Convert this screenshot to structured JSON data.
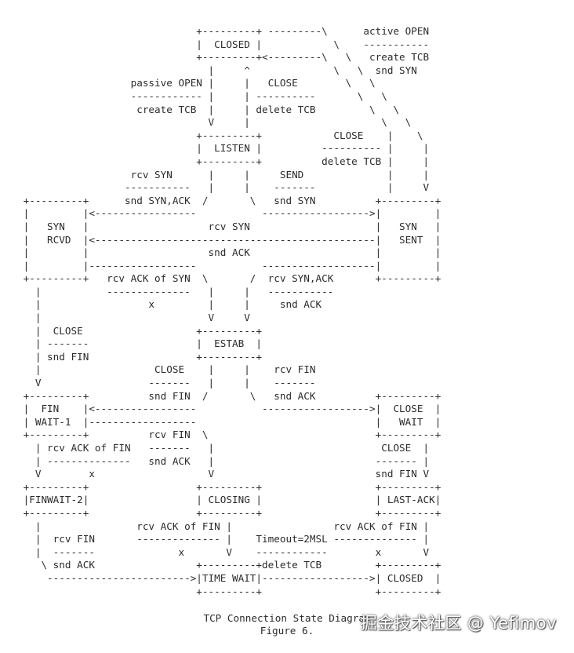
{
  "diagram": {
    "lines": [
      "                              +---------+ ---------\\      active OPEN",
      "                              |  CLOSED |            \\    -----------",
      "                              +---------+<---------\\   \\   create TCB",
      "                                |     ^              \\   \\  snd SYN",
      "                   passive OPEN |     |   CLOSE        \\   \\",
      "                   ------------ |     | ----------       \\   \\",
      "                    create TCB  |     | delete TCB         \\   \\",
      "                                V     |                      \\   \\",
      "                              +---------+            CLOSE    |    \\",
      "                              |  LISTEN |          ---------- |     |",
      "                              +---------+          delete TCB |     |",
      "                   rcv SYN      |     |     SEND              |     |",
      "                  -----------   |     |    -------            |     V",
      " +---------+      snd SYN,ACK  /       \\   snd SYN          +---------+",
      " |         |<-----------------           ------------------>|         |",
      " |   SYN   |                    rcv SYN                     |   SYN   |",
      " |   RCVD  |<-----------------------------------------------|   SENT  |",
      " |         |                    snd ACK                     |         |",
      " |         |------------------           -------------------|         |",
      " +---------+   rcv ACK of SYN  \\       /  rcv SYN,ACK       +---------+",
      "   |           --------------   |     |   -----------",
      "   |                  x         |     |     snd ACK",
      "   |                            V     V",
      "   |  CLOSE                   +---------+",
      "   | -------                  |  ESTAB  |",
      "   | snd FIN                  +---------+",
      "   |                   CLOSE    |     |    rcv FIN",
      "   V                  -------   |     |    -------",
      " +---------+          snd FIN  /       \\   snd ACK          +---------+",
      " |  FIN    |<-----------------           ------------------>|  CLOSE  |",
      " | WAIT-1  |------------------                              |   WAIT  |",
      " +---------+          rcv FIN  \\                            +---------+",
      "   | rcv ACK of FIN   -------   |                            CLOSE  |",
      "   | --------------   snd ACK   |                           ------- |",
      "   V        x                   V                           snd FIN V",
      " +---------+                  +---------+                   +---------+",
      " |FINWAIT-2|                  | CLOSING |                   | LAST-ACK|",
      " +---------+                  +---------+                   +---------+",
      "   |                rcv ACK of FIN |                 rcv ACK of FIN |",
      "   |  rcv FIN       -------------- |    Timeout=2MSL -------------- |",
      "   |  -------              x       V    ------------        x       V",
      "    \\ snd ACK                 +---------+delete TCB         +---------+",
      "     ------------------------>|TIME WAIT|------------------>| CLOSED  |",
      "                              +---------+                   +---------+"
    ]
  },
  "caption": {
    "line1": "TCP Connection State Diagram",
    "line2": "Figure 6."
  },
  "watermark": "掘金技术社区 @ Yefimov"
}
